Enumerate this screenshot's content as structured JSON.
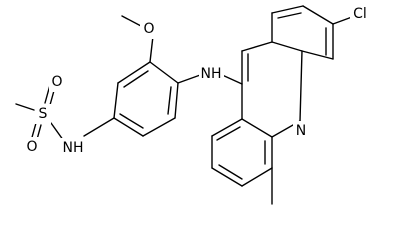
{
  "molecule": {
    "atoms": [
      {
        "id": "o_methoxy",
        "label": "O"
      },
      {
        "id": "n_amine",
        "label": "NH"
      },
      {
        "id": "cl",
        "label": "Cl"
      },
      {
        "id": "o_sulfonyl_top",
        "label": "O"
      },
      {
        "id": "o_sulfonyl_bottom",
        "label": "O"
      },
      {
        "id": "s_sulfonyl",
        "label": "S"
      },
      {
        "id": "n_sulfonamide",
        "label": "NH"
      },
      {
        "id": "n_ring",
        "label": "N"
      }
    ]
  }
}
